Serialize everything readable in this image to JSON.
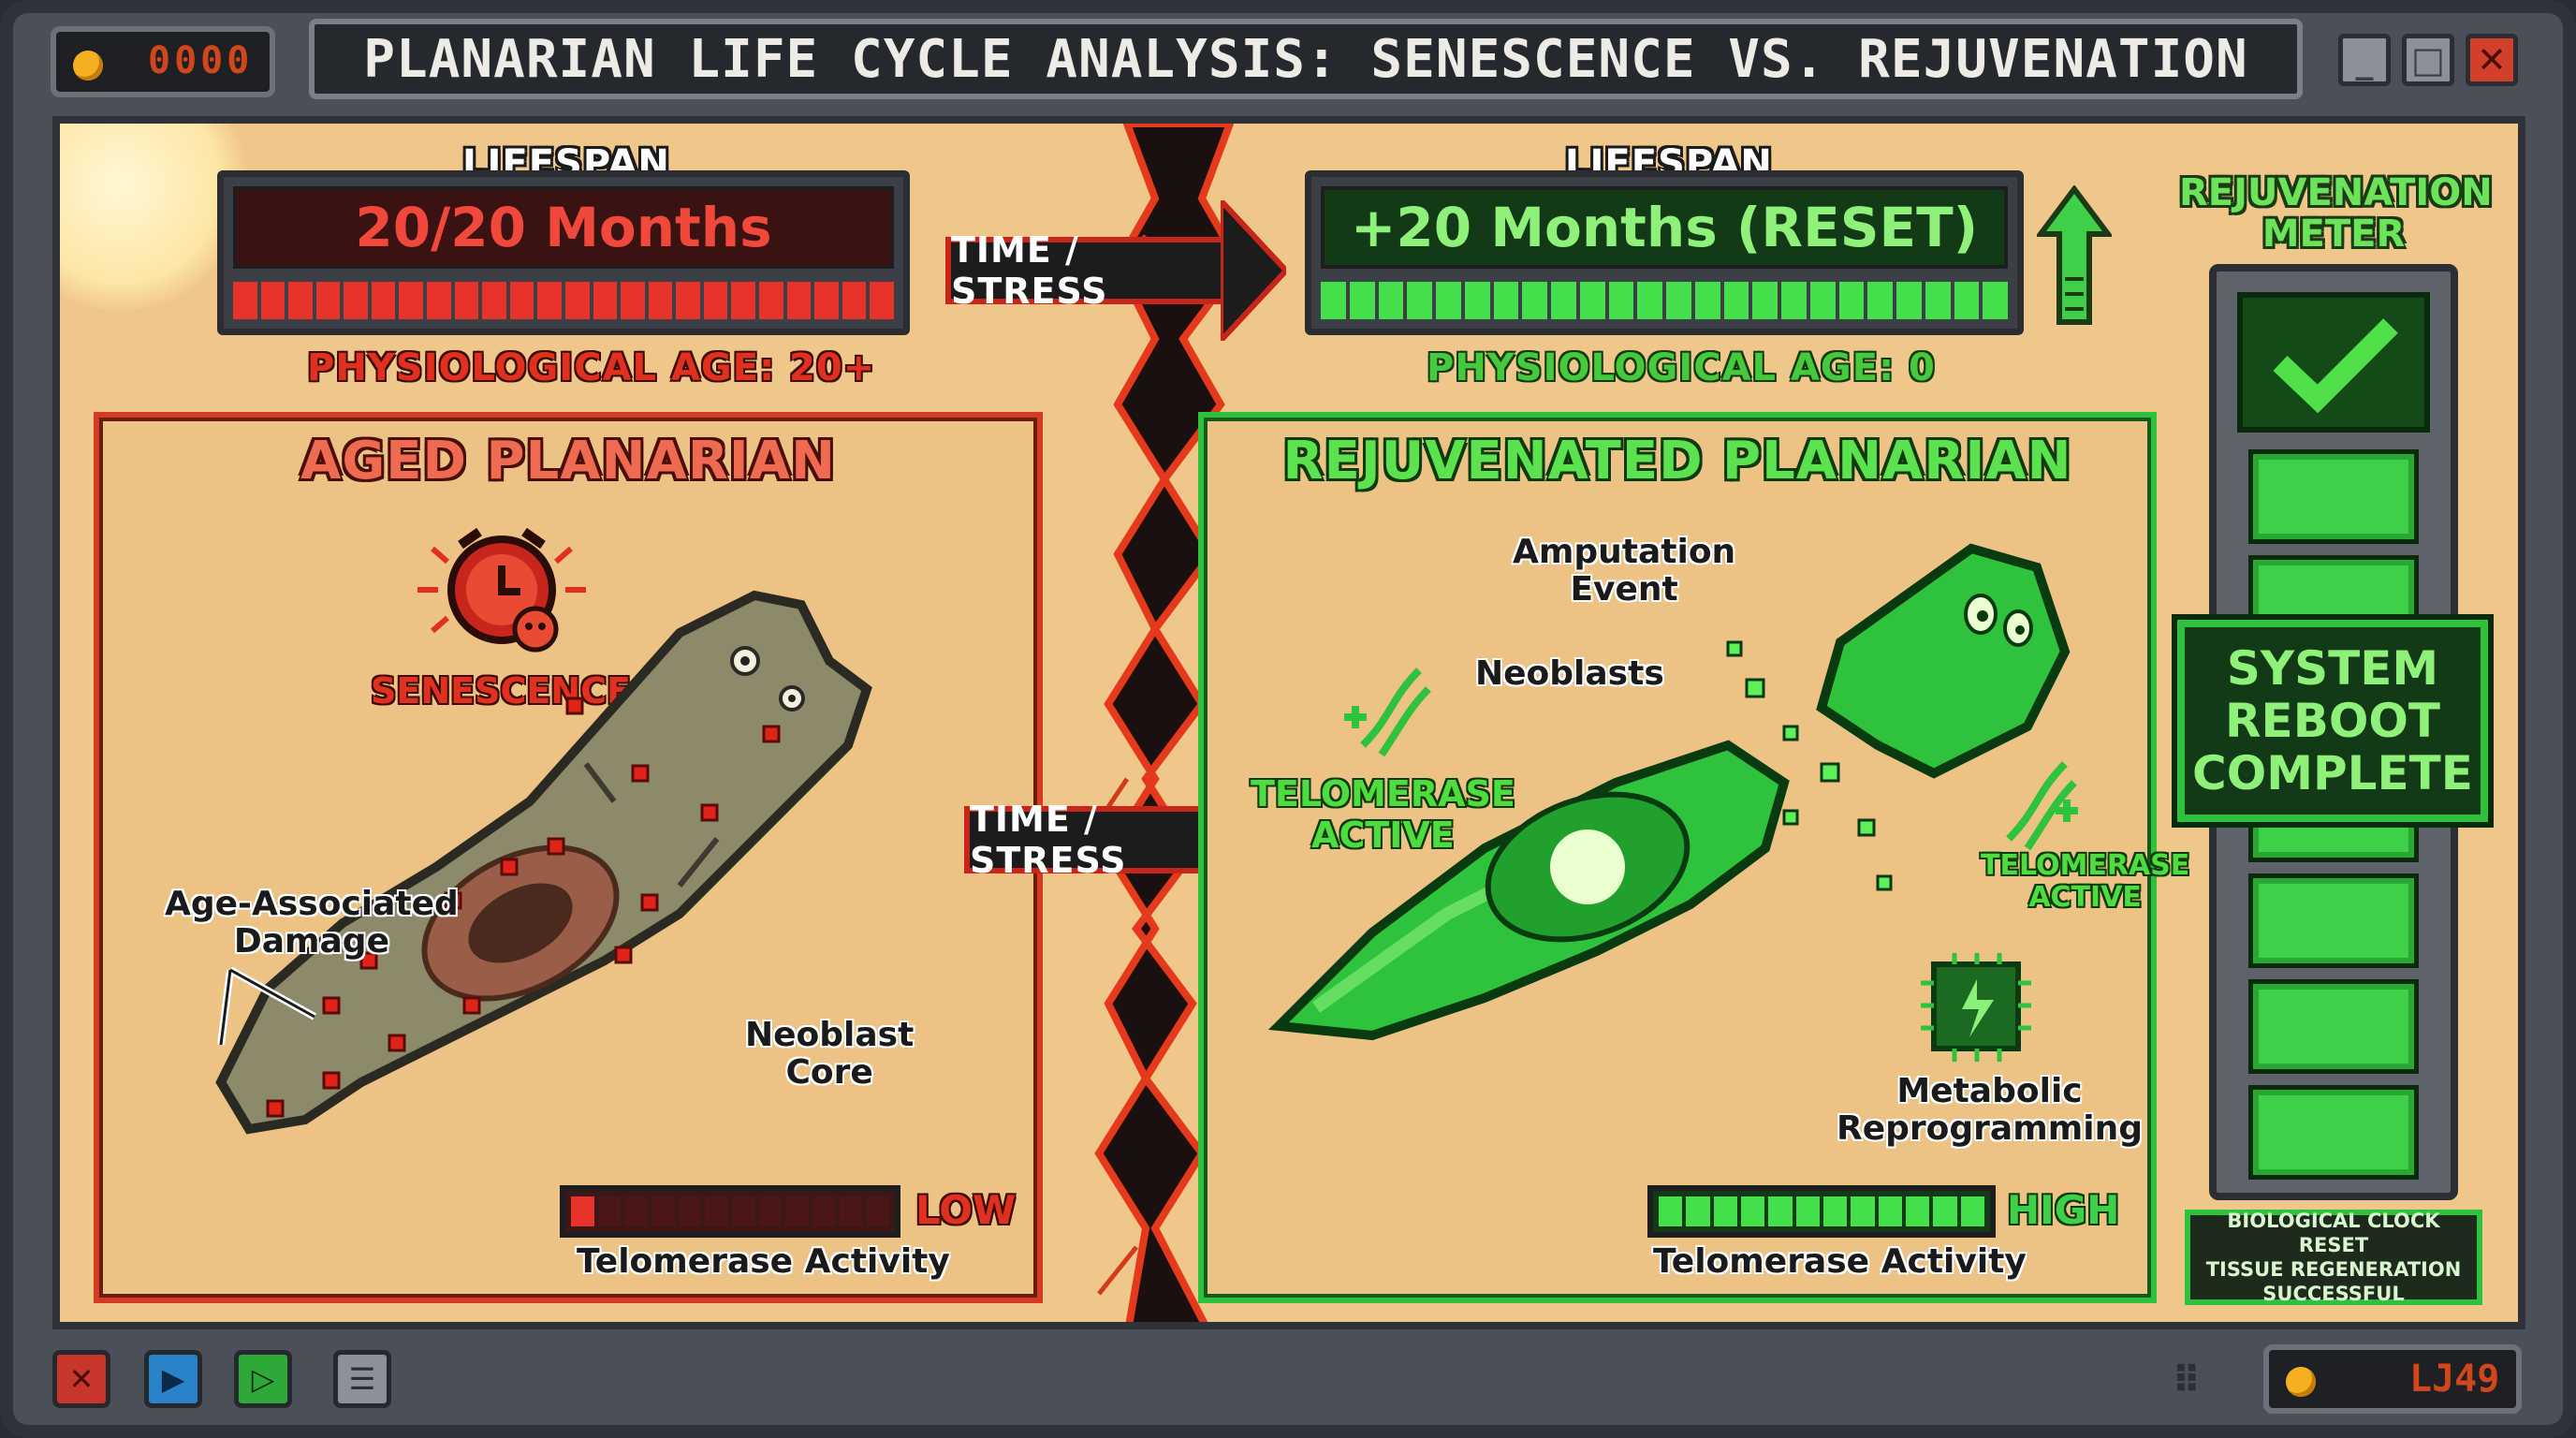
{
  "window": {
    "title": "PLANARIAN LIFE CYCLE ANALYSIS: SENESCENCE VS. REJUVENATION",
    "coin_count": "0000",
    "buttons": {
      "minimize": "_",
      "maximize": "□",
      "close": "✕"
    },
    "status_code": "LJ49"
  },
  "aged": {
    "lifespan_label": "LIFESPAN",
    "lifespan_value": "20/20 Months",
    "lifespan_fill": 1.0,
    "physiological_age": "PHYSIOLOGICAL AGE: 20+",
    "panel_title": "AGED PLANARIAN",
    "senescence_label": "SENESCENCE",
    "callout_damage": "Age-Associated\nDamage",
    "callout_core": "Neoblast\nCore",
    "telomerase_level": "LOW",
    "telomerase_fill": 0.1,
    "telomerase_caption": "Telomerase Activity"
  },
  "transition": {
    "arrow_top": "TIME / STRESS",
    "arrow_mid": "TIME / STRESS"
  },
  "rejuvenated": {
    "lifespan_label": "LIFESPAN",
    "lifespan_value": "+20 Months (RESET)",
    "lifespan_fill": 1.0,
    "physiological_age": "PHYSIOLOGICAL AGE: 0",
    "panel_title": "REJUVENATED PLANARIAN",
    "callout_amputation": "Amputation\nEvent",
    "callout_neoblasts": "Neoblasts",
    "callout_telomerase_left": "TELOMERASE\nACTIVE",
    "callout_telomerase_right": "TELOMERASE\nACTIVE",
    "callout_metabolic": "Metabolic\nReprogramming",
    "telomerase_level": "HIGH",
    "telomerase_fill": 1.0,
    "telomerase_caption": "Telomerase Activity"
  },
  "meter": {
    "caption": "REJUVENATION\nMETER",
    "fill": 1.0,
    "reboot_message": "SYSTEM\nREBOOT\nCOMPLETE",
    "status_message": "BIOLOGICAL CLOCK RESET\nTISSUE REGENERATION\nSUCCESSFUL"
  },
  "colors": {
    "aged_red": "#e2301f",
    "rejuv_green": "#34d640",
    "panel_bg": "#eec48a",
    "frame": "#4b5058"
  },
  "icons": [
    "coin-icon",
    "alarm-clock-skull-icon",
    "dna-plus-icon",
    "microchip-icon",
    "up-arrow-icon",
    "checkmark-icon",
    "close-icon",
    "play-icon",
    "next-icon",
    "settings-icon",
    "grid-icon"
  ]
}
